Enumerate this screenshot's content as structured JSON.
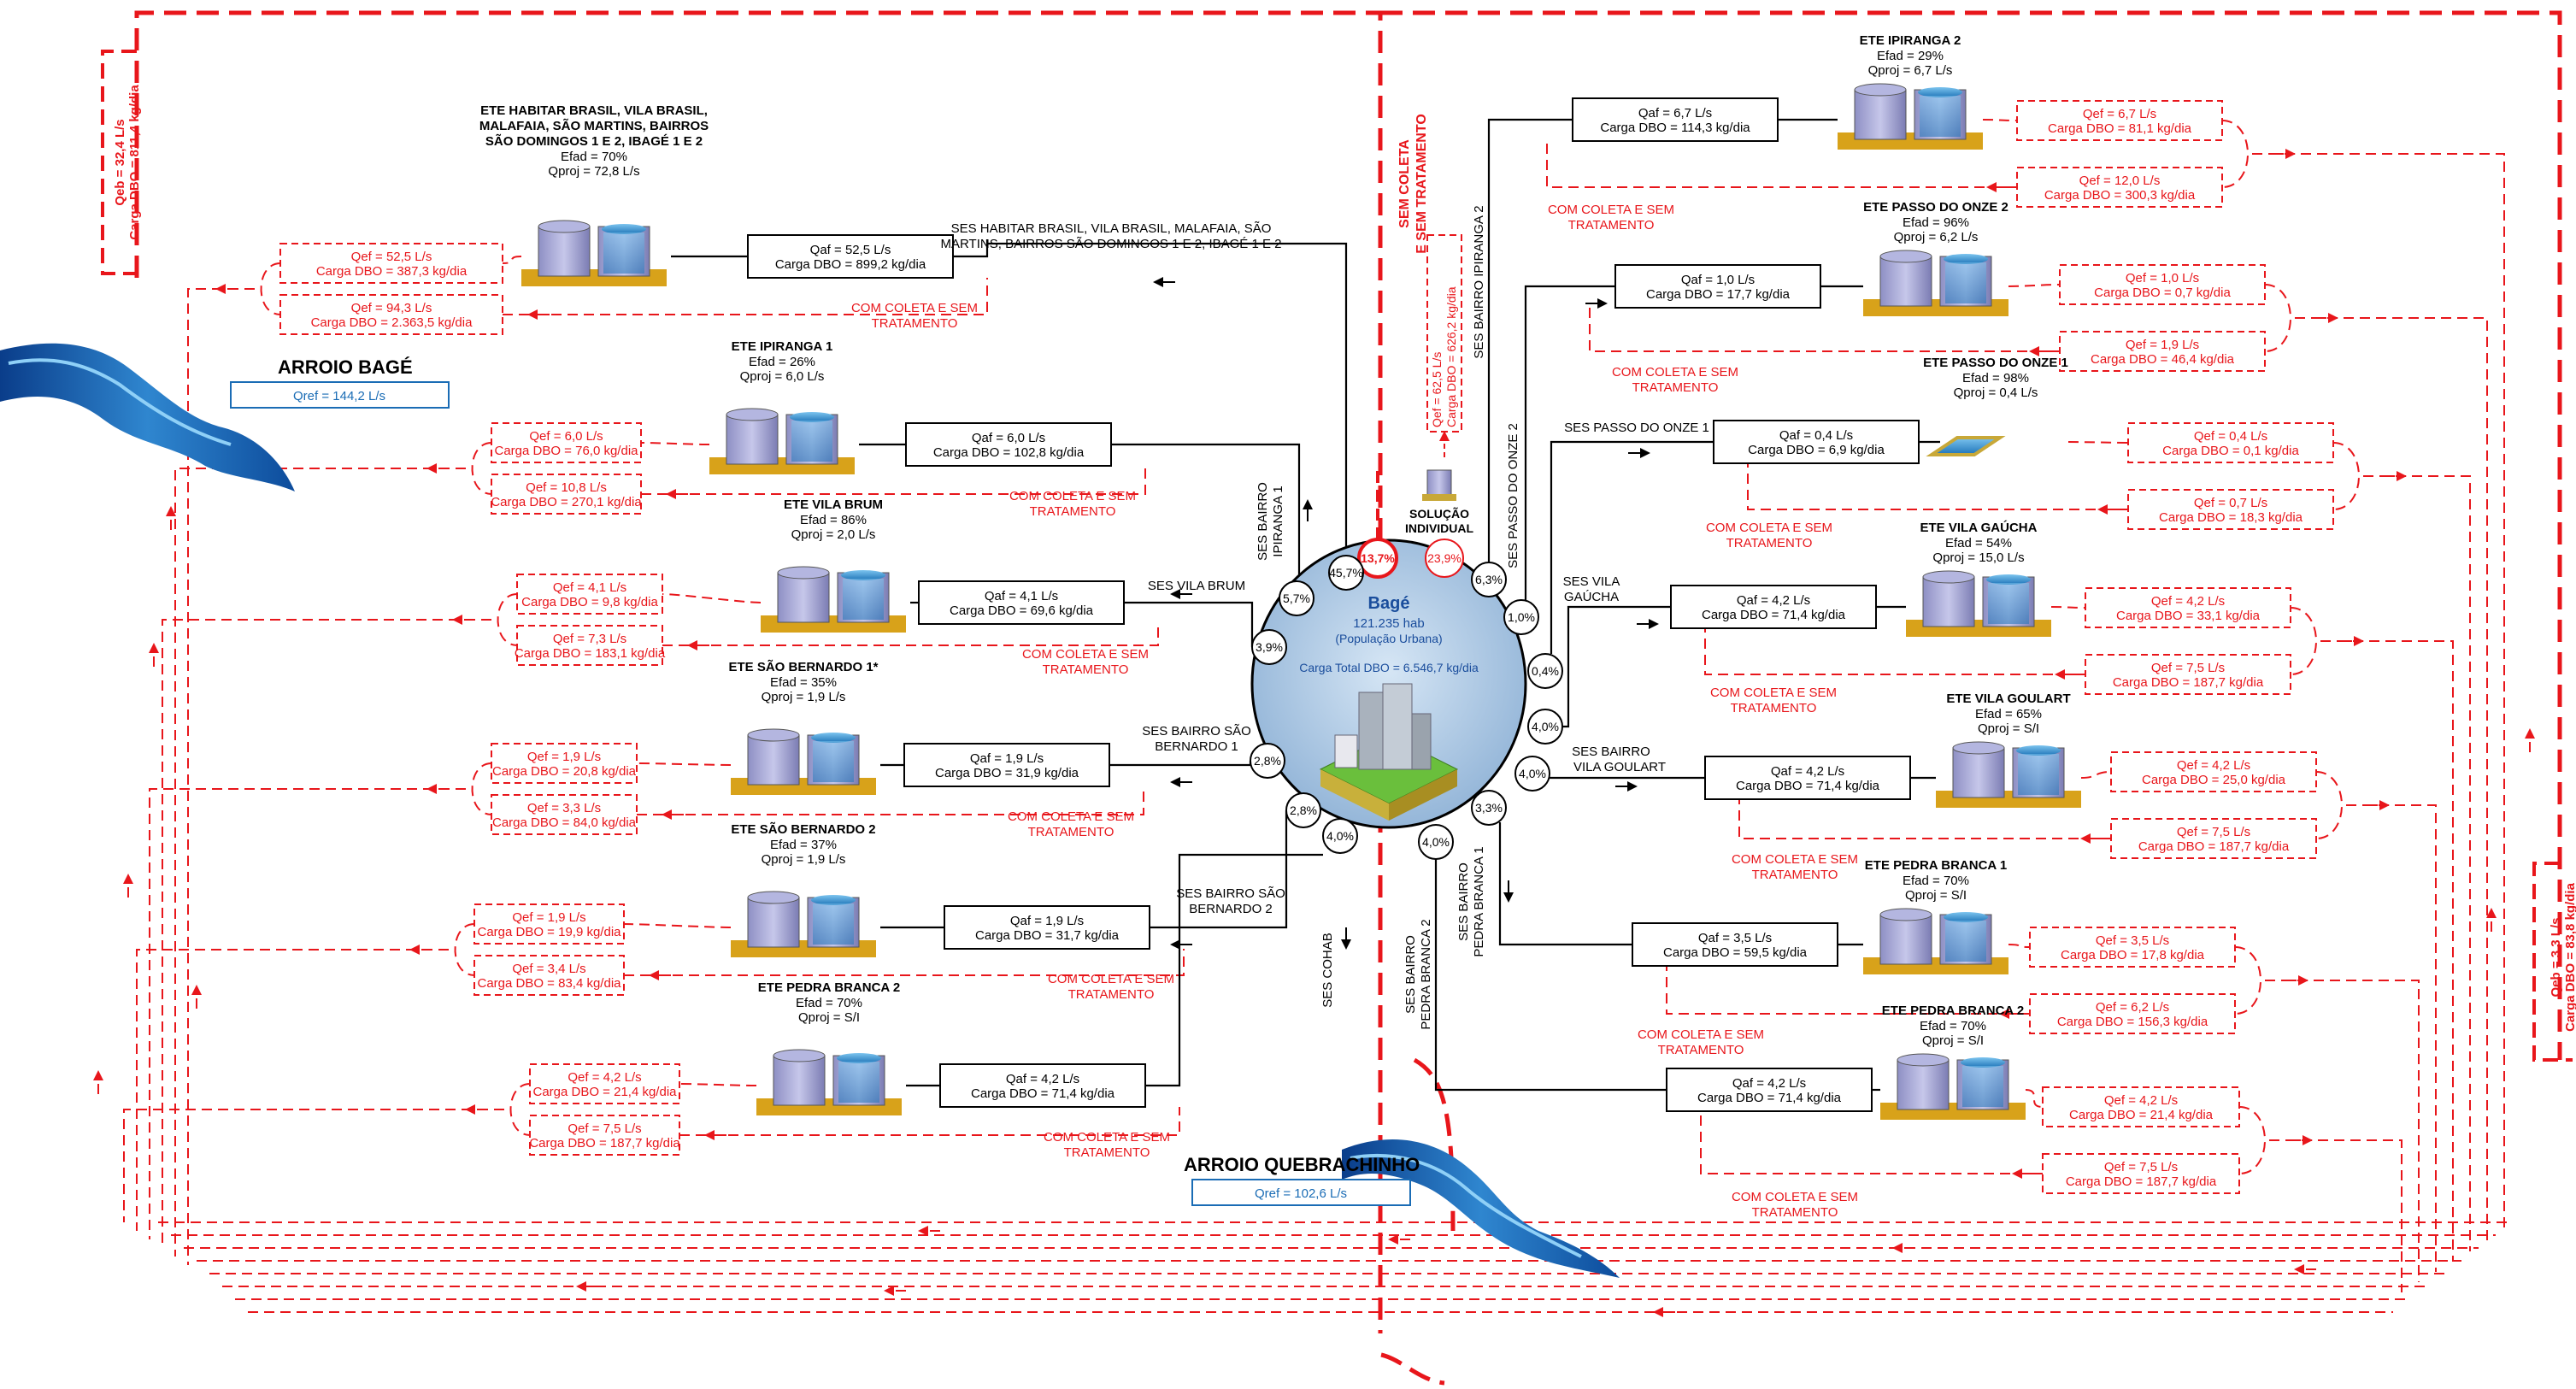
{
  "city": {
    "name": "Bagé",
    "population": "121.235 hab",
    "population_label": "(População Urbana)",
    "total_load": "Carga Total DBO = 6.546,7 kg/dia",
    "pct_sem_coleta": "13,7%",
    "pct_solucao": "23,9%"
  },
  "solucao_individual": {
    "label1": "SOLUÇÃO",
    "label2": "INDIVIDUAL",
    "qef": "Qef = 62,5 L/s",
    "carga": "Carga DBO = 626,2 kg/dia"
  },
  "sem_coleta": {
    "line1": "SEM COLETA",
    "line2": "E SEM TRATAMENTO"
  },
  "rivers": {
    "bage": {
      "name": "ARROIO BAGÉ",
      "qref": "Qref = 144,2 L/s"
    },
    "quebrachinho": {
      "name": "ARROIO QUEBRACHINHO",
      "qref": "Qref = 102,6 L/s"
    }
  },
  "qeb_left": {
    "q": "Qeb = 32,4 L/s",
    "carga": "Carga DBO = 811,4 kg/dia"
  },
  "qeb_right": {
    "q": "Qeb = 3,3 L/s",
    "carga": "Carga DBO = 83,8 kg/dia"
  },
  "com_coleta": {
    "line1": "COM COLETA E SEM",
    "line2": "TRATAMENTO"
  },
  "left_systems": [
    {
      "pct": "45,7%",
      "ses": [
        "SES HABITAR BRASIL, VILA BRASIL, MALAFAIA, SÃO",
        "MARTINS, BAIRROS SÃO DOMINGOS 1 E 2, IBAGÉ 1 E 2"
      ],
      "ete": [
        "ETE HABITAR BRASIL, VILA BRASIL,",
        "MALAFAIA, SÃO MARTINS, BAIRROS",
        "SÃO DOMINGOS 1 E 2, IBAGÉ 1 E 2"
      ],
      "efad": "Efad = 70%",
      "qproj": "Qproj = 72,8 L/s",
      "qaf": "Qaf = 52,5 L/s",
      "carga": "Carga DBO = 899,2 kg/dia",
      "ef1": "Qef = 52,5 L/s",
      "ef1c": "Carga DBO = 387,3 kg/dia",
      "ef2": "Qef = 94,3 L/s",
      "ef2c": "Carga DBO = 2.363,5 kg/dia"
    },
    {
      "pct": "5,7%",
      "ses": [
        "SES BAIRRO",
        "IPIRANGA 1"
      ],
      "ete": [
        "ETE IPIRANGA 1"
      ],
      "efad": "Efad = 26%",
      "qproj": "Qproj = 6,0 L/s",
      "qaf": "Qaf = 6,0 L/s",
      "carga": "Carga DBO = 102,8 kg/dia",
      "ef1": "Qef = 6,0 L/s",
      "ef1c": "Carga DBO = 76,0 kg/dia",
      "ef2": "Qef = 10,8 L/s",
      "ef2c": "Carga DBO = 270,1 kg/dia"
    },
    {
      "pct": "3,9%",
      "ses": [
        "SES VILA BRUM"
      ],
      "ete": [
        "ETE VILA BRUM"
      ],
      "efad": "Efad = 86%",
      "qproj": "Qproj = 2,0 L/s",
      "qaf": "Qaf = 4,1 L/s",
      "carga": "Carga DBO = 69,6 kg/dia",
      "ef1": "Qef = 4,1 L/s",
      "ef1c": "Carga DBO = 9,8 kg/dia",
      "ef2": "Qef = 7,3 L/s",
      "ef2c": "Carga DBO = 183,1 kg/dia"
    },
    {
      "pct": "2,8%",
      "ses": [
        "SES BAIRRO SÃO",
        "BERNARDO 1"
      ],
      "ete": [
        "ETE SÃO BERNARDO 1*"
      ],
      "efad": "Efad = 35%",
      "qproj": "Qproj = 1,9 L/s",
      "qaf": "Qaf = 1,9 L/s",
      "carga": "Carga DBO = 31,9 kg/dia",
      "ef1": "Qef = 1,9 L/s",
      "ef1c": "Carga DBO = 20,8 kg/dia",
      "ef2": "Qef = 3,3 L/s",
      "ef2c": "Carga DBO = 84,0 kg/dia"
    },
    {
      "pct": "2,8%",
      "ses": [
        "SES BAIRRO SÃO",
        "BERNARDO 2"
      ],
      "ete": [
        "ETE SÃO BERNARDO 2"
      ],
      "efad": "Efad = 37%",
      "qproj": "Qproj = 1,9 L/s",
      "qaf": "Qaf = 1,9 L/s",
      "carga": "Carga DBO = 31,7 kg/dia",
      "ef1": "Qef = 1,9 L/s",
      "ef1c": "Carga DBO = 19,9 kg/dia",
      "ef2": "Qef = 3,4 L/s",
      "ef2c": "Carga DBO = 83,4 kg/dia"
    },
    {
      "pct": "4,0%",
      "ses": [
        "SES COHAB"
      ],
      "ete": [
        "ETE PEDRA BRANCA 2"
      ],
      "efad": "Efad = 70%",
      "qproj": "Qproj = S/I",
      "qaf": "Qaf = 4,2 L/s",
      "carga": "Carga DBO = 71,4 kg/dia",
      "ef1": "Qef = 4,2 L/s",
      "ef1c": "Carga DBO = 21,4 kg/dia",
      "ef2": "Qef = 7,5 L/s",
      "ef2c": "Carga DBO = 187,7 kg/dia"
    }
  ],
  "right_systems": [
    {
      "pct": "6,3%",
      "ses": [
        "SES BAIRRO IPIRANGA 2"
      ],
      "ete": [
        "ETE IPIRANGA 2"
      ],
      "efad": "Efad = 29%",
      "qproj": "Qproj = 6,7 L/s",
      "qaf": "Qaf = 6,7 L/s",
      "carga": "Carga DBO = 114,3 kg/dia",
      "ef1": "Qef = 6,7 L/s",
      "ef1c": "Carga DBO = 81,1 kg/dia",
      "ef2": "Qef = 12,0 L/s",
      "ef2c": "Carga DBO = 300,3 kg/dia"
    },
    {
      "pct": "1,0%",
      "ses": [
        "SES PASSO DO ONZE 2"
      ],
      "ete": [
        "ETE PASSO DO ONZE 2"
      ],
      "efad": "Efad = 96%",
      "qproj": "Qproj = 6,2 L/s",
      "qaf": "Qaf = 1,0 L/s",
      "carga": "Carga DBO = 17,7 kg/dia",
      "ef1": "Qef = 1,0 L/s",
      "ef1c": "Carga DBO = 0,7 kg/dia",
      "ef2": "Qef = 1,9 L/s",
      "ef2c": "Carga DBO = 46,4 kg/dia"
    },
    {
      "pct": "0,4%",
      "ses": [
        "SES PASSO DO ONZE 1"
      ],
      "ete": [
        "ETE PASSO DO ONZE 1"
      ],
      "efad": "Efad = 98%",
      "qproj": "Qproj = 0,4 L/s",
      "qaf": "Qaf = 0,4 L/s",
      "carga": "Carga DBO = 6,9 kg/dia",
      "ef1": "Qef = 0,4 L/s",
      "ef1c": "Carga DBO = 0,1 kg/dia",
      "ef2": "Qef = 0,7 L/s",
      "ef2c": "Carga DBO = 18,3 kg/dia"
    },
    {
      "pct": "4,0%",
      "ses": [
        "SES VILA",
        "GAÚCHA"
      ],
      "ete": [
        "ETE VILA GAÚCHA"
      ],
      "efad": "Efad = 54%",
      "qproj": "Qproj = 15,0 L/s",
      "qaf": "Qaf = 4,2 L/s",
      "carga": "Carga DBO = 71,4 kg/dia",
      "ef1": "Qef = 4,2 L/s",
      "ef1c": "Carga DBO = 33,1 kg/dia",
      "ef2": "Qef = 7,5 L/s",
      "ef2c": "Carga DBO = 187,7 kg/dia"
    },
    {
      "pct": "4,0%",
      "ses": [
        "SES BAIRRO",
        "VILA GOULART"
      ],
      "ete": [
        "ETE VILA GOULART"
      ],
      "efad": "Efad = 65%",
      "qproj": "Qproj = S/I",
      "qaf": "Qaf = 4,2 L/s",
      "carga": "Carga DBO = 71,4 kg/dia",
      "ef1": "Qef = 4,2 L/s",
      "ef1c": "Carga DBO = 25,0 kg/dia",
      "ef2": "Qef = 7,5 L/s",
      "ef2c": "Carga DBO = 187,7 kg/dia"
    },
    {
      "pct": "3,3%",
      "ses": [
        "SES BAIRRO",
        "PEDRA BRANCA 1"
      ],
      "ete": [
        "ETE PEDRA BRANCA 1"
      ],
      "efad": "Efad = 70%",
      "qproj": "Qproj = S/I",
      "qaf": "Qaf = 3,5 L/s",
      "carga": "Carga DBO = 59,5 kg/dia",
      "ef1": "Qef = 3,5 L/s",
      "ef1c": "Carga DBO = 17,8 kg/dia",
      "ef2": "Qef = 6,2 L/s",
      "ef2c": "Carga DBO = 156,3 kg/dia"
    },
    {
      "pct": "4,0%",
      "ses": [
        "SES BAIRRO",
        "PEDRA BRANCA 2"
      ],
      "ete": [
        "ETE PEDRA BRANCA 2"
      ],
      "efad": "Efad = 70%",
      "qproj": "Qproj = S/I",
      "qaf": "Qaf = 4,2 L/s",
      "carga": "Carga DBO = 71,4 kg/dia",
      "ef1": "Qef = 4,2 L/s",
      "ef1c": "Carga DBO = 21,4 kg/dia",
      "ef2": "Qef = 7,5 L/s",
      "ef2c": "Carga DBO = 187,7 kg/dia"
    }
  ]
}
